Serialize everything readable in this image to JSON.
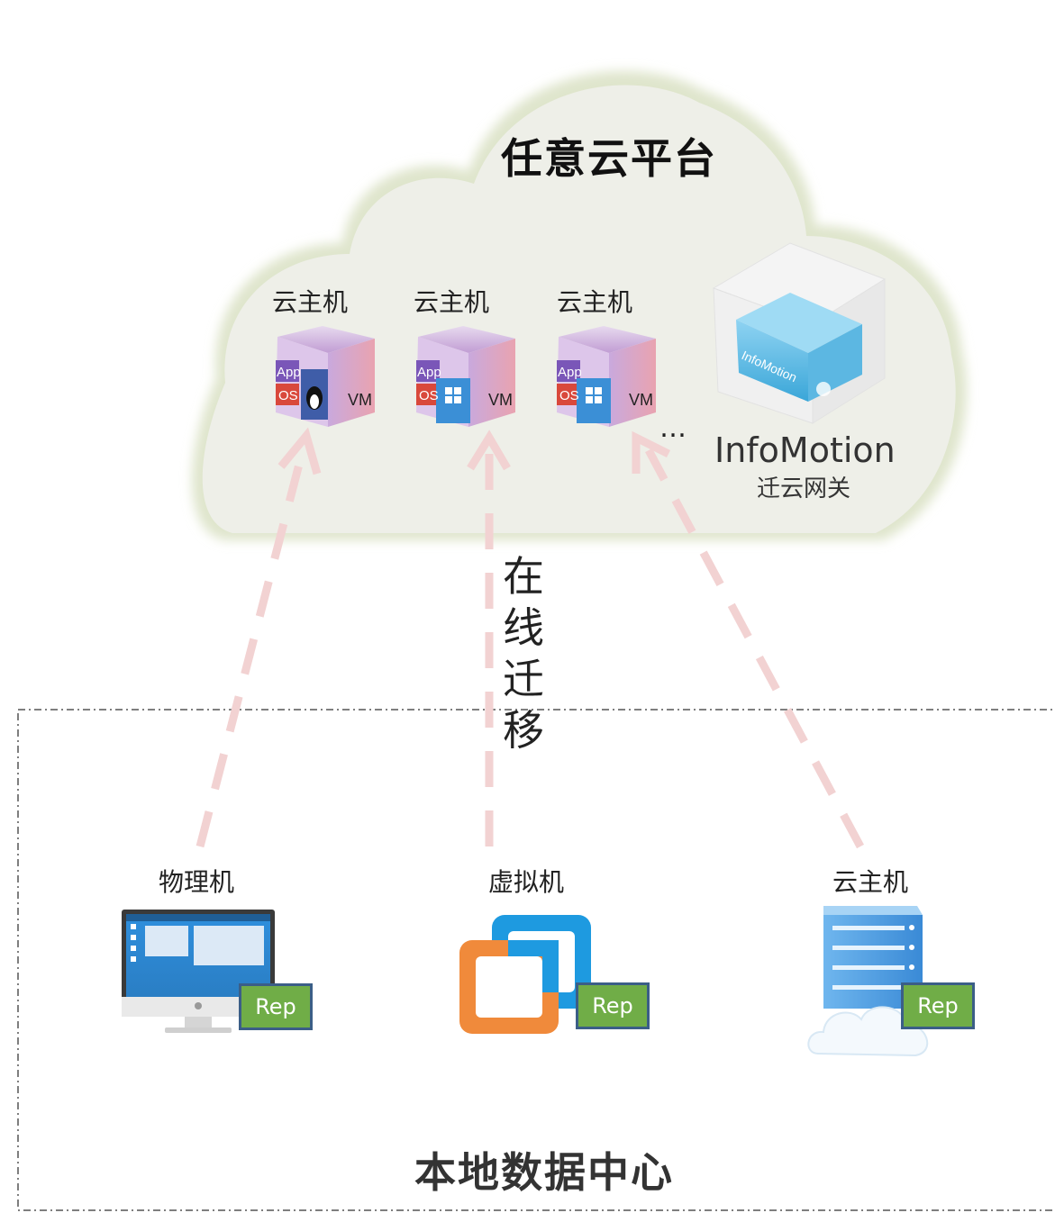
{
  "cloud": {
    "title": "任意云平台",
    "vm_labels": [
      "云主机",
      "云主机",
      "云主机"
    ],
    "ellipsis": "…",
    "gateway": {
      "name": "InfoMotion",
      "subtitle": "迁云网关"
    },
    "box_texts": {
      "app": "App",
      "os": "OS",
      "vm": "VM",
      "brand": "InfoMotion"
    }
  },
  "migration_label": "在线迁移",
  "local": {
    "title": "本地数据中心",
    "sources": [
      {
        "label": "物理机",
        "badge": "Rep",
        "icon": "desktop-monitor-icon"
      },
      {
        "label": "虚拟机",
        "badge": "Rep",
        "icon": "vmware-logo-icon"
      },
      {
        "label": "云主机",
        "badge": "Rep",
        "icon": "cloud-server-icon"
      }
    ]
  },
  "colors": {
    "cloud_fill": "#eeefe8",
    "cloud_edge": "#dfe5cc",
    "arrow": "#f2d2d2",
    "rep_badge": "#70ad47",
    "rep_border": "#3b5e87",
    "dashed_border": "#555555"
  }
}
